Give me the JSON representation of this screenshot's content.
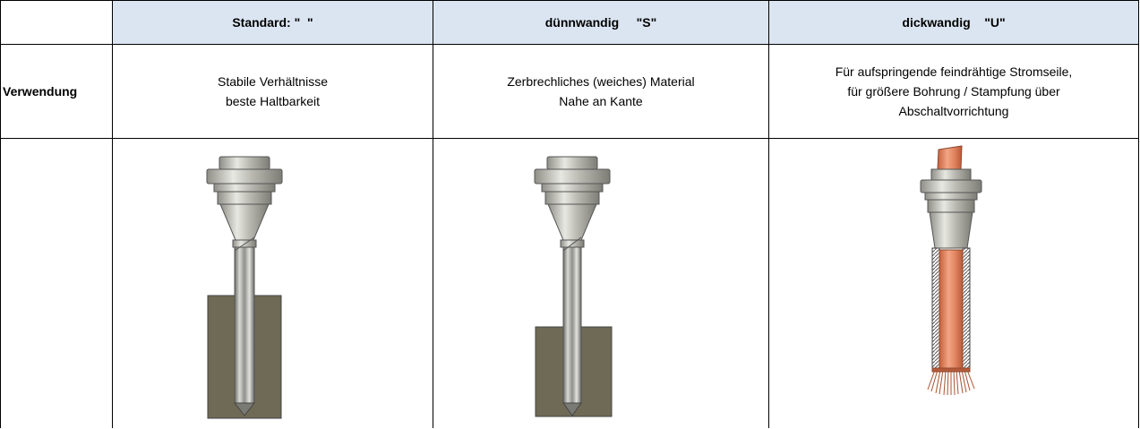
{
  "header": {
    "corner": "",
    "col_standard": "Standard: \"  \"",
    "col_thin": "dünnwandig     \"S\"",
    "col_thick": "dickwandig    \"U\""
  },
  "usage": {
    "row_label": "Verwendung",
    "standard_text": "Stabile Verhältnisse\nbeste Haltbarkeit",
    "thin_text": "Zerbrechliches (weiches) Material\nNahe an Kante",
    "thick_text": "Für aufspringende feindrähtige Stromseile,\nfür größere Bohrung / Stampfung über\nAbschaltvorrichtung"
  },
  "illustrations": {
    "standard": "tool-in-block-illustration",
    "thin": "tool-in-block-illustration",
    "thick": "tool-with-copper-cable-illustration"
  },
  "colors": {
    "header_bg": "#dbe5f1",
    "block": "#6e6a55",
    "metal": "#c9c9c3",
    "copper": "#e0825e"
  }
}
